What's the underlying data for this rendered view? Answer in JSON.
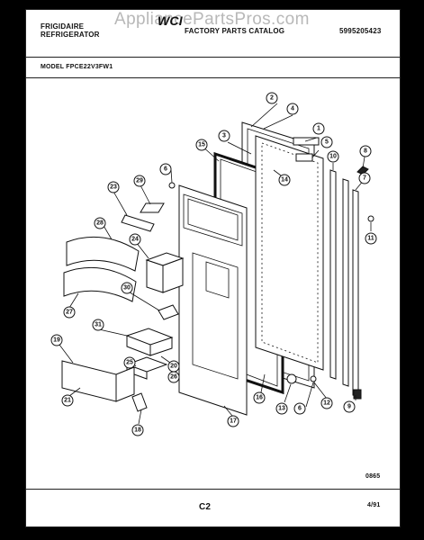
{
  "header": {
    "brand": "FRIGIDAIRE",
    "product": "REFRIGERATOR",
    "catalog": "FACTORY PARTS CATALOG",
    "catalog_number": "5995205423",
    "model": "MODEL FPCE22V3FW1",
    "watermark": "AppliancePartsPros.com",
    "logo_text": "WCI"
  },
  "footer": {
    "code": "0865",
    "page": "C2",
    "date": "4/91"
  },
  "callouts": [
    "1",
    "2",
    "3",
    "4",
    "5",
    "6",
    "6",
    "7",
    "8",
    "9",
    "10",
    "11",
    "12",
    "13",
    "14",
    "15",
    "16",
    "17",
    "18",
    "19",
    "20",
    "21",
    "23",
    "24",
    "25",
    "26",
    "27",
    "28",
    "29",
    "30",
    "31"
  ]
}
